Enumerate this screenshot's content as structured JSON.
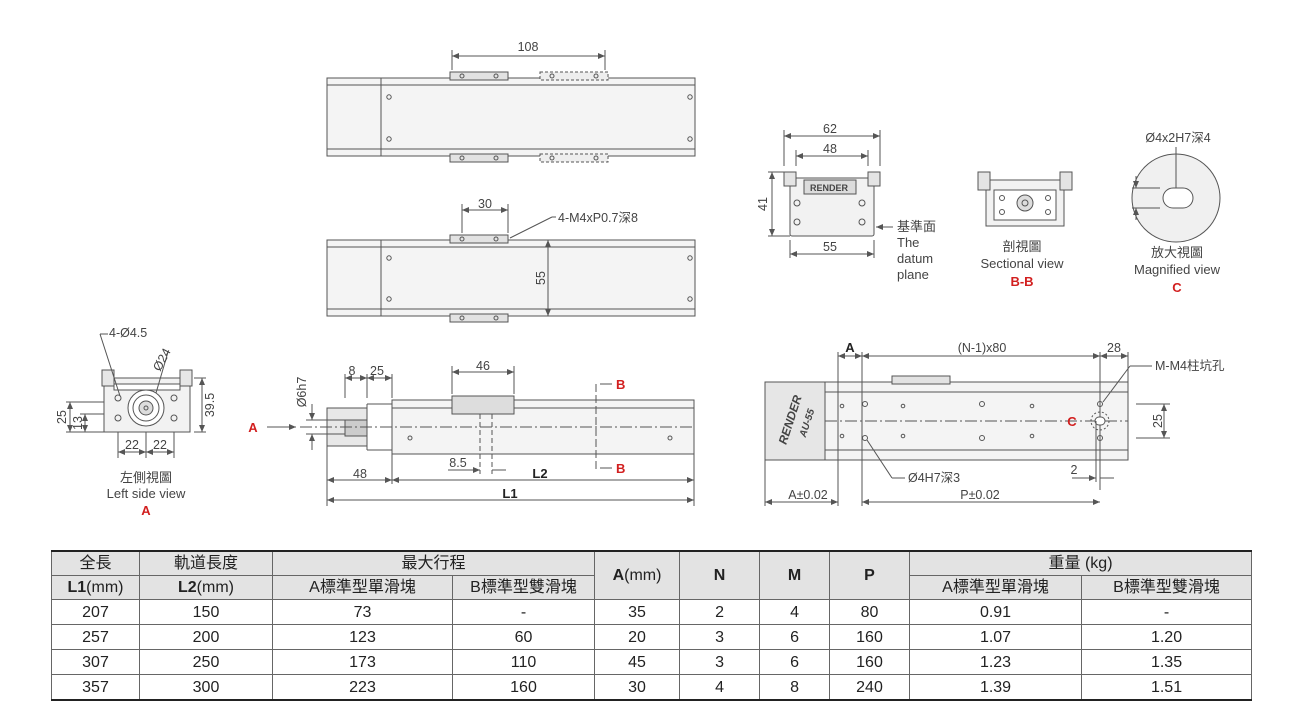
{
  "dims": {
    "top_108": "108",
    "mid_30": "30",
    "mid_thread": "4-M4xP0.7深8",
    "mid_55": "55",
    "side_hole": "4-Ø4.5",
    "side_dia": "Ø24",
    "side_39_5": "39.5",
    "side_25": "25",
    "side_13": "13",
    "side_22a": "22",
    "side_22b": "22",
    "front_6h7": "Ø6h7",
    "front_8": "8",
    "front_25": "25",
    "front_46": "46",
    "front_48": "48",
    "front_8_5": "8.5",
    "front_L2": "L2",
    "front_L1": "L1",
    "end_62": "62",
    "end_48": "48",
    "end_41": "41",
    "end_55": "55",
    "mag_hole": "Ø4x2H7深4",
    "plan_A": "A",
    "plan_pitch": "(N-1)x80",
    "plan_28": "28",
    "plan_M": "M-M4柱坑孔",
    "plan_25": "25",
    "plan_2": "2",
    "plan_hole": "Ø4H7深3",
    "plan_A_tol": "A±0.02",
    "plan_P_tol": "P±0.02"
  },
  "labels": {
    "left_view_cn": "左側視圖",
    "left_view_en": "Left side view",
    "left_view_tag": "A",
    "datum_cn": "基準面",
    "datum_en_1": "The",
    "datum_en_2": "datum",
    "datum_en_3": "plane",
    "section_cn": "剖視圖",
    "section_en": "Sectional view",
    "section_tag": "B-B",
    "magnified_cn": "放大視圖",
    "magnified_en": "Magnified view",
    "magnified_tag": "C",
    "arrow_A": "A",
    "cut_B_top": "B",
    "cut_B_bottom": "B",
    "callout_C": "C",
    "brand": "RENDER",
    "model": "AU-55"
  },
  "table": {
    "h_total_cn": "全長",
    "h_total_code": "L1",
    "h_total_unit": "(mm)",
    "h_rail_cn": "軌道長度",
    "h_rail_code": "L2",
    "h_rail_unit": "(mm)",
    "h_stroke": "最大行程",
    "h_stroke_a": "A標準型單滑塊",
    "h_stroke_b": "B標準型雙滑塊",
    "h_A_code": "A",
    "h_A_unit": "(mm)",
    "h_N": "N",
    "h_M": "M",
    "h_P": "P",
    "h_weight": "重量 (kg)",
    "h_weight_a": "A標準型單滑塊",
    "h_weight_b": "B標準型雙滑塊",
    "rows": [
      [
        "207",
        "150",
        "73",
        "-",
        "35",
        "2",
        "4",
        "80",
        "0.91",
        "-"
      ],
      [
        "257",
        "200",
        "123",
        "60",
        "20",
        "3",
        "6",
        "160",
        "1.07",
        "1.20"
      ],
      [
        "307",
        "250",
        "173",
        "110",
        "45",
        "3",
        "6",
        "160",
        "1.23",
        "1.35"
      ],
      [
        "357",
        "300",
        "223",
        "160",
        "30",
        "4",
        "8",
        "240",
        "1.39",
        "1.51"
      ]
    ]
  }
}
